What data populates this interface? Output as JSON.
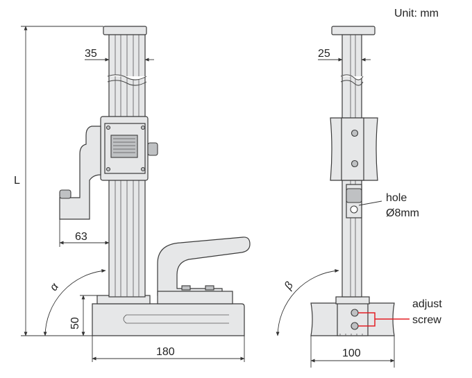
{
  "unit_label": "Unit: mm",
  "dimensions": {
    "length": "L",
    "beam_width_front": "35",
    "beam_width_side": "25",
    "jaw_reach": "63",
    "base_height": "50",
    "base_length": "180",
    "base_width": "100",
    "angle_front": "α",
    "angle_side": "β"
  },
  "callouts": {
    "hole_line1": "hole",
    "hole_line2": "Ø8mm",
    "adjust_line1": "adjust",
    "adjust_line2": "screw"
  },
  "colors": {
    "adjust_screw_leader": "#e31e24"
  }
}
